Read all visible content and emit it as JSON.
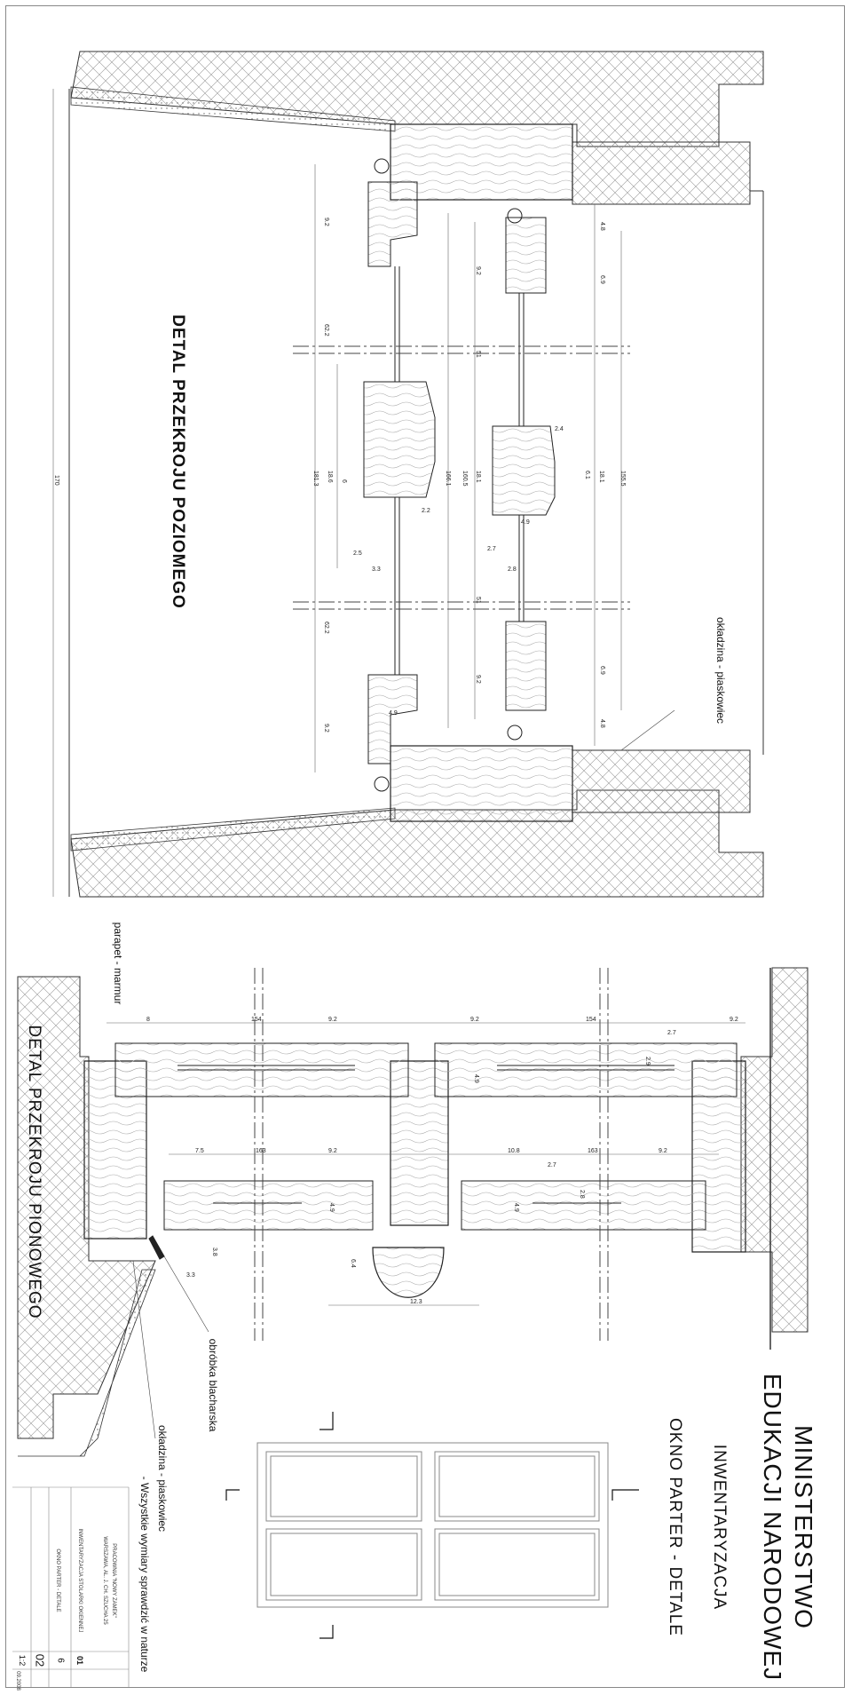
{
  "headings": {
    "horizontal_section": "DETAL PRZEKROJU POZIOMEGO",
    "vertical_section": "DETAL PRZEKROJU PIONOWEGO"
  },
  "title": {
    "line1": "MINISTERSTWO",
    "line2": "EDUKACJI NARODOWEJ",
    "line3": "INWENTARYZACJA",
    "line4": "OKNO PARTER - DETALE"
  },
  "labels": {
    "cladding_top": "okładzina - piaskowiec",
    "parapet": "parapet - marmur",
    "flashing": "obróbka blacharska",
    "cladding_bottom": "okładzina - piaskowiec",
    "note": "- Wszystkie wymiary sprawdzić w naturze"
  },
  "dims_top": {
    "overall": "170",
    "d1": "9.2",
    "d2": "62.2",
    "d3": "181.3",
    "d4": "18.6",
    "d5": "6",
    "d6": "166.1",
    "d7": "160.5",
    "d8": "9.2",
    "d9": "51",
    "d10": "18.1",
    "d11": "6.1",
    "d12": "18.1",
    "d13": "155.5",
    "d14": "4.8",
    "d15": "6.9",
    "d16": "2.4",
    "d17": "2.2",
    "d18": "4.9",
    "d19": "2.7",
    "d20": "2.8",
    "d21": "2.5",
    "d22": "3.3",
    "d23": "62.2",
    "d24": "51",
    "d25": "9.2",
    "d26": "6.9",
    "d27": "4.8",
    "d28": "9.2",
    "d29": "4.9"
  },
  "dims_bottom": {
    "a1": "8",
    "a2": "154",
    "a3": "9.2",
    "a4": "9.2",
    "a5": "154",
    "a6": "9.2",
    "a7": "2.7",
    "a8": "2.9",
    "a9": "4.9",
    "b1": "7.5",
    "b2": "163",
    "b3": "9.2",
    "b4": "10.8",
    "b5": "163",
    "b6": "9.2",
    "b7": "2.7",
    "b8": "2.8",
    "b9": "4.9",
    "b10": "4.9",
    "c1": "3.8",
    "c2": "3.3",
    "c3": "6.4",
    "c4": "12.3"
  },
  "title_block": {
    "office": "PRACOWNIA \"NOWY ZAMEK\"",
    "address": "WARSZAWA, AL. J. CH. SZUCHA 25",
    "project": "INWENTARYZACJA STOLARKI OKIENNEJ",
    "drawing": "OKNO PARTER - DETALE",
    "stage_no": "01",
    "sheet": "6",
    "number": "02",
    "scale": "1:2",
    "date": "09.2008"
  }
}
